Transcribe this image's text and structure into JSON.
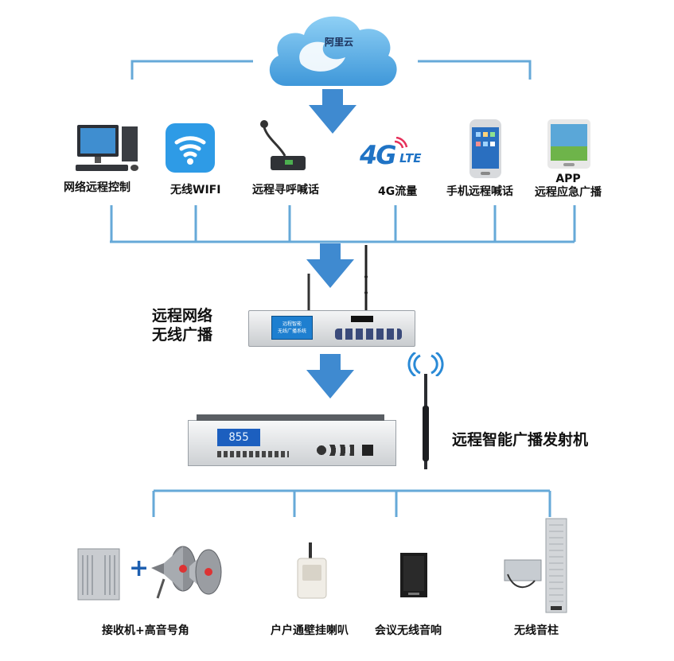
{
  "cloud": {
    "label": "阿里云"
  },
  "sources": [
    {
      "label": "网络远程控制"
    },
    {
      "label": "无线WIFI"
    },
    {
      "label": "远程寻呼喊话"
    },
    {
      "label": "4G流量"
    },
    {
      "label": "手机远程喊话"
    },
    {
      "label": "APP\n远程应急广播"
    }
  ],
  "icon_4g": {
    "big": "4G",
    "small": "LTE"
  },
  "host": {
    "title_line1": "远程网络",
    "title_line2": "无线广播",
    "screen_line1": "远程智能",
    "screen_line2": "无线广播系统"
  },
  "transmitter": {
    "title": "远程智能广播发射机",
    "display": "855"
  },
  "outputs": [
    {
      "label": "接收机+高音号角"
    },
    {
      "label": "户户通壁挂喇叭"
    },
    {
      "label": "会议无线音响"
    },
    {
      "label": "无线音柱"
    }
  ],
  "colors": {
    "line": "#66a9d8",
    "arrow": "#3f8ad0",
    "cloud": "#5fb3e8",
    "plus": "#1e5fb0"
  }
}
